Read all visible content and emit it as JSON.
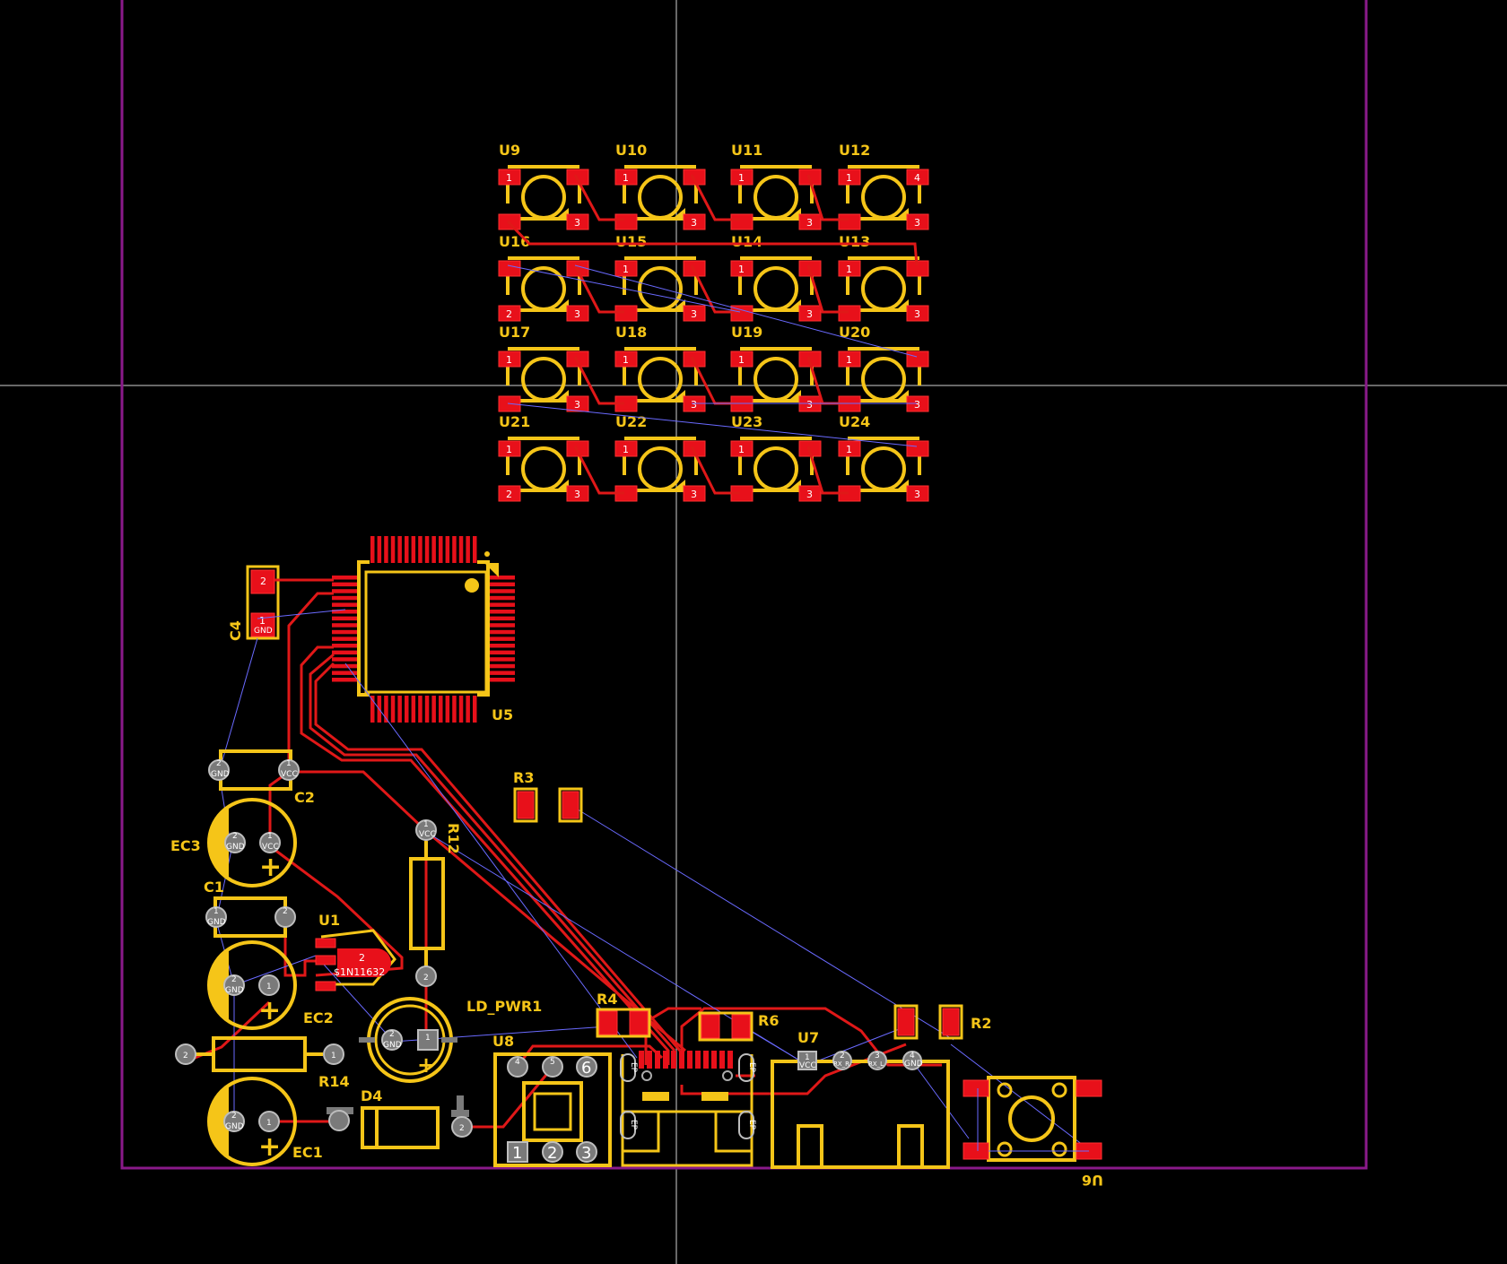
{
  "colors": {
    "background": "#000000",
    "board_outline": "#8a1a8a",
    "silkscreen": "#f5c518",
    "copper_pad": "#e8101a",
    "trace": "#e01818",
    "ratsnest": "#6a6aff",
    "crosshair": "#cccccc"
  },
  "switch_grid": {
    "rows": [
      [
        {
          "ref": "U9",
          "pin_a": "1",
          "pin_b": "",
          "pin_c": "",
          "pin_d": "3"
        },
        {
          "ref": "U10",
          "pin_a": "1",
          "pin_b": "",
          "pin_c": "",
          "pin_d": "3"
        },
        {
          "ref": "U11",
          "pin_a": "1",
          "pin_b": "",
          "pin_c": "",
          "pin_d": "3"
        },
        {
          "ref": "U12",
          "pin_a": "1",
          "pin_b": "4",
          "pin_c": "",
          "pin_d": "3"
        }
      ],
      [
        {
          "ref": "U16",
          "pin_a": "",
          "pin_b": "",
          "pin_c": "2",
          "pin_d": "3"
        },
        {
          "ref": "U15",
          "pin_a": "1",
          "pin_b": "",
          "pin_c": "",
          "pin_d": "3"
        },
        {
          "ref": "U14",
          "pin_a": "1",
          "pin_b": "",
          "pin_c": "",
          "pin_d": "3"
        },
        {
          "ref": "U13",
          "pin_a": "1",
          "pin_b": "",
          "pin_c": "",
          "pin_d": "3"
        }
      ],
      [
        {
          "ref": "U17",
          "pin_a": "1",
          "pin_b": "",
          "pin_c": "",
          "pin_d": "3"
        },
        {
          "ref": "U18",
          "pin_a": "1",
          "pin_b": "",
          "pin_c": "",
          "pin_d": "3"
        },
        {
          "ref": "U19",
          "pin_a": "1",
          "pin_b": "",
          "pin_c": "",
          "pin_d": "3"
        },
        {
          "ref": "U20",
          "pin_a": "1",
          "pin_b": "",
          "pin_c": "",
          "pin_d": "3"
        }
      ],
      [
        {
          "ref": "U21",
          "pin_a": "1",
          "pin_b": "",
          "pin_c": "2",
          "pin_d": "3"
        },
        {
          "ref": "U22",
          "pin_a": "1",
          "pin_b": "",
          "pin_c": "",
          "pin_d": "3"
        },
        {
          "ref": "U23",
          "pin_a": "1",
          "pin_b": "",
          "pin_c": "",
          "pin_d": "3"
        },
        {
          "ref": "U24",
          "pin_a": "1",
          "pin_b": "",
          "pin_c": "",
          "pin_d": "3"
        }
      ]
    ]
  },
  "components": {
    "C4": {
      "ref": "C4",
      "pin1": "1",
      "pin2": "2",
      "net1": "GND"
    },
    "U5": {
      "ref": "U5"
    },
    "C2": {
      "ref": "C2",
      "pin1": "1",
      "pin2": "2",
      "net1": "VCC",
      "net2": "GND"
    },
    "EC3": {
      "ref": "EC3",
      "pin1": "1",
      "pin2": "2",
      "net1": "VCC",
      "net2": "GND",
      "polarity": "+"
    },
    "R12": {
      "ref": "R12",
      "pin1": "1",
      "pin2": "2",
      "net1": "VCC"
    },
    "R3": {
      "ref": "R3"
    },
    "C1": {
      "ref": "C1",
      "pin1": "1",
      "pin2": "2",
      "net1": "GND"
    },
    "U1": {
      "ref": "U1",
      "pin": "2",
      "net": "$1N11632"
    },
    "EC2": {
      "ref": "EC2",
      "pin1": "1",
      "pin2": "2",
      "net2": "GND",
      "polarity": "+"
    },
    "LD_PWR1": {
      "ref": "LD_PWR1",
      "pin1": "1",
      "pin2": "2",
      "net2": "GND",
      "polarity": "+"
    },
    "R14": {
      "ref": "R14",
      "pin1": "1",
      "pin2": "2"
    },
    "EC1": {
      "ref": "EC1",
      "pin1": "1",
      "pin2": "2",
      "net2": "GND",
      "polarity": "+"
    },
    "D4": {
      "ref": "D4",
      "pin": "2"
    },
    "U8": {
      "ref": "U8",
      "top_pins": [
        "4",
        "5",
        "6"
      ],
      "bottom_pins": [
        "1",
        "2",
        "3"
      ]
    },
    "R4": {
      "ref": "R4"
    },
    "R6": {
      "ref": "R6"
    },
    "U7": {
      "ref": "U7",
      "pins": [
        {
          "num": "1",
          "net": "VCC"
        },
        {
          "num": "2",
          "net": "RX_R"
        },
        {
          "num": "3",
          "net": "RX_L"
        },
        {
          "num": "4",
          "net": "GND"
        }
      ]
    },
    "R2": {
      "ref": "R2"
    },
    "U6": {
      "ref": "U6"
    },
    "usb": {
      "ep_label": "EP"
    }
  }
}
